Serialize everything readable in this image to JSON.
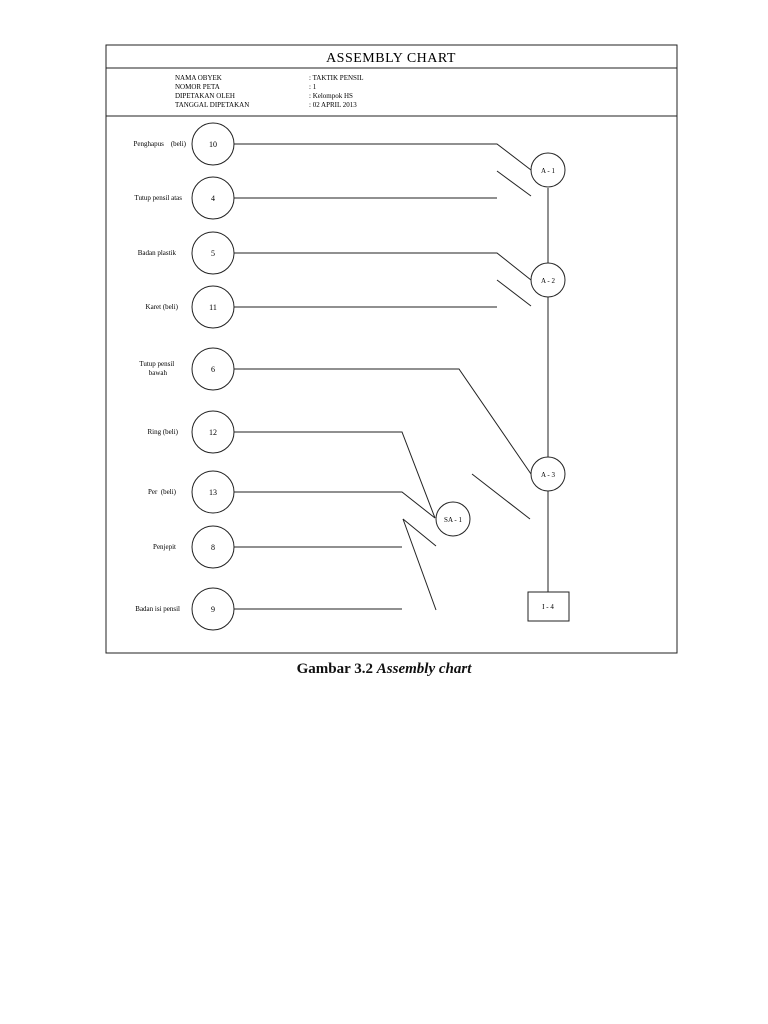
{
  "title": "ASSEMBLY CHART",
  "info": [
    {
      "label": "NAMA OBYEK",
      "value": ": TAKTIK PENSIL"
    },
    {
      "label": "NOMOR PETA",
      "value": ": 1"
    },
    {
      "label": "DIPETAKAN OLEH",
      "value": ": Kelompok HS"
    },
    {
      "label": "TANGGAL DIPETAKAN",
      "value": ": 02 APRIL 2013"
    }
  ],
  "components": [
    {
      "name": "Penghapus    (beli)",
      "number": "10"
    },
    {
      "name": "Tutup pensil atas",
      "number": "4"
    },
    {
      "name": "Badan plastik",
      "number": "5"
    },
    {
      "name": "Karet (beli)",
      "number": "11"
    },
    {
      "name": "Tutup pensil bawah",
      "number": "6"
    },
    {
      "name": "Ring (beli)",
      "number": "12"
    },
    {
      "name": "Per  (beli)",
      "number": "13"
    },
    {
      "name": "Penjepit",
      "number": "8"
    },
    {
      "name": "Badan isi pensil",
      "number": "9"
    }
  ],
  "assemblies": [
    {
      "label": "A - 1"
    },
    {
      "label": "A - 2"
    },
    {
      "label": "A - 3"
    },
    {
      "label": "SA - 1"
    }
  ],
  "inspection": {
    "label": "I - 4"
  },
  "caption": {
    "prefix": "Gambar 3.2 ",
    "italic": "Assembly chart"
  }
}
